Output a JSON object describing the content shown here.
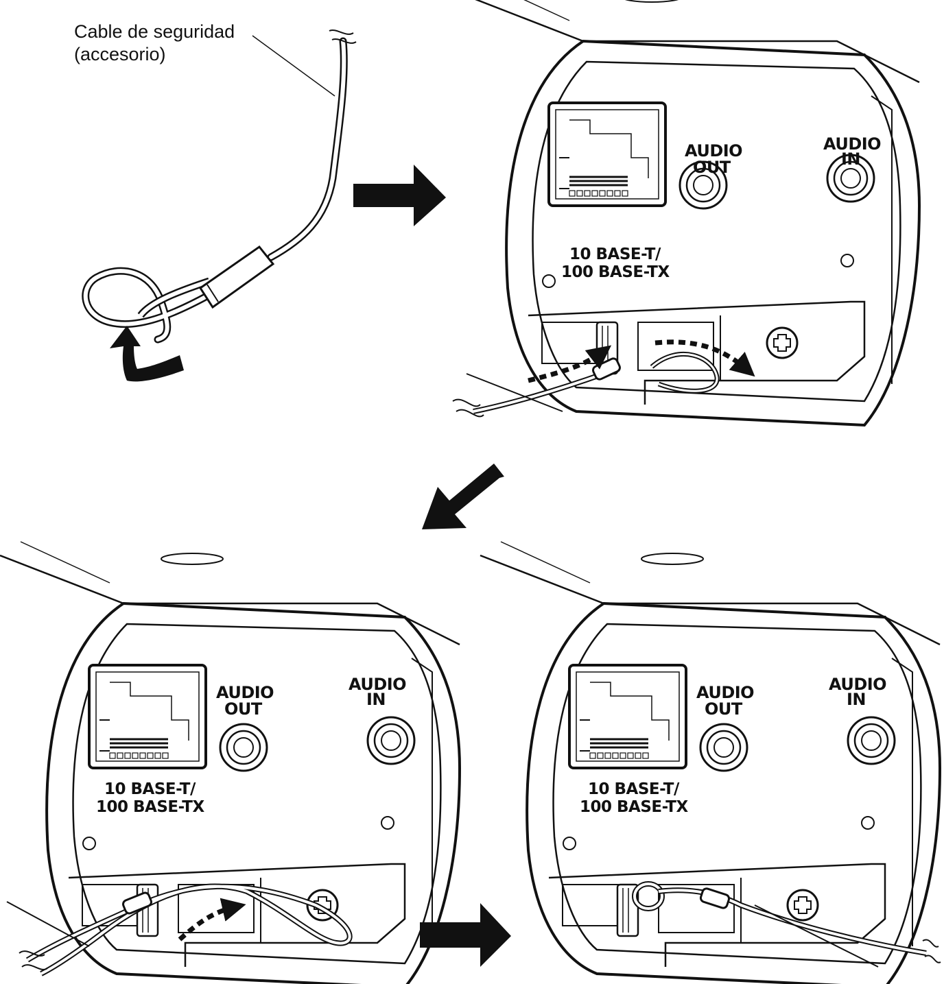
{
  "diagram": {
    "callout": {
      "line1": "Cable de seguridad",
      "line2": "(accesorio)"
    },
    "camera_labels": {
      "audio_out_1": "AUDIO",
      "audio_out_2": "OUT",
      "audio_in_1": "AUDIO",
      "audio_in_2": "IN",
      "lan_1": "10 BASE-T/",
      "lan_2": "100 BASE-TX"
    },
    "panels": [
      {
        "id": "step-1",
        "kind": "cable"
      },
      {
        "id": "step-2",
        "kind": "camera"
      },
      {
        "id": "step-3",
        "kind": "camera"
      },
      {
        "id": "step-4",
        "kind": "camera"
      }
    ],
    "flow_arrows": [
      "right",
      "down-left",
      "right"
    ],
    "colors": {
      "ink": "#111111",
      "cable": "#ffffff",
      "paper": "#ffffff"
    }
  }
}
